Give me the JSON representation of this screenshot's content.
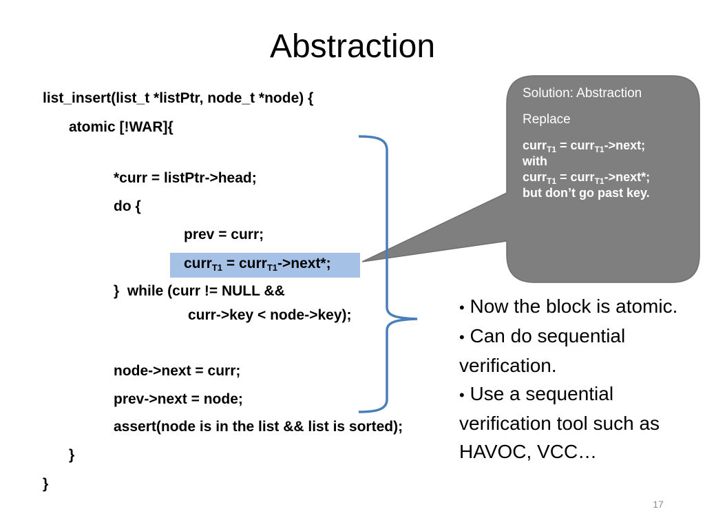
{
  "slide": {
    "title": "Abstraction",
    "page_number": "17"
  },
  "code": {
    "line1": "list_insert(list_t *listPtr, node_t *node) {",
    "line2": "atomic [!WAR]{",
    "line3": "*curr = listPtr->head;",
    "line4": "do {",
    "line5": "prev = curr;",
    "line6": {
      "a": "curr",
      "sub1": "T1",
      "b": " = curr",
      "sub2": "T1",
      "c": "->next*;"
    },
    "line7": "}  while (curr != NULL &&",
    "line8": "curr->key < node->key);",
    "line9": "node->next = curr;",
    "line10": "prev->next = node;",
    "line11": "assert(node is in the list && list is sorted);",
    "line12": "}",
    "line13": "}"
  },
  "callout": {
    "heading": "Solution: Abstraction",
    "replace_label": "Replace",
    "expr1": {
      "a": "curr",
      "sub1": "T1",
      "b": " = curr",
      "sub2": "T1",
      "c": "->next;"
    },
    "with_label": "with",
    "expr2": {
      "a": "curr",
      "sub1": "T1",
      "b": " = curr",
      "sub2": "T1",
      "c": "->next*;"
    },
    "note": "but don’t go past key.",
    "fill_color": "#7f7f7f"
  },
  "bullets": [
    "Now the block is atomic.",
    "Can do sequential verification.",
    "Use a sequential verification tool such as HAVOC, VCC…"
  ],
  "bullet_marker": "•",
  "colors": {
    "highlight": "#a6c1e6",
    "brace": "#4a7ebb",
    "callout": "#7f7f7f"
  }
}
